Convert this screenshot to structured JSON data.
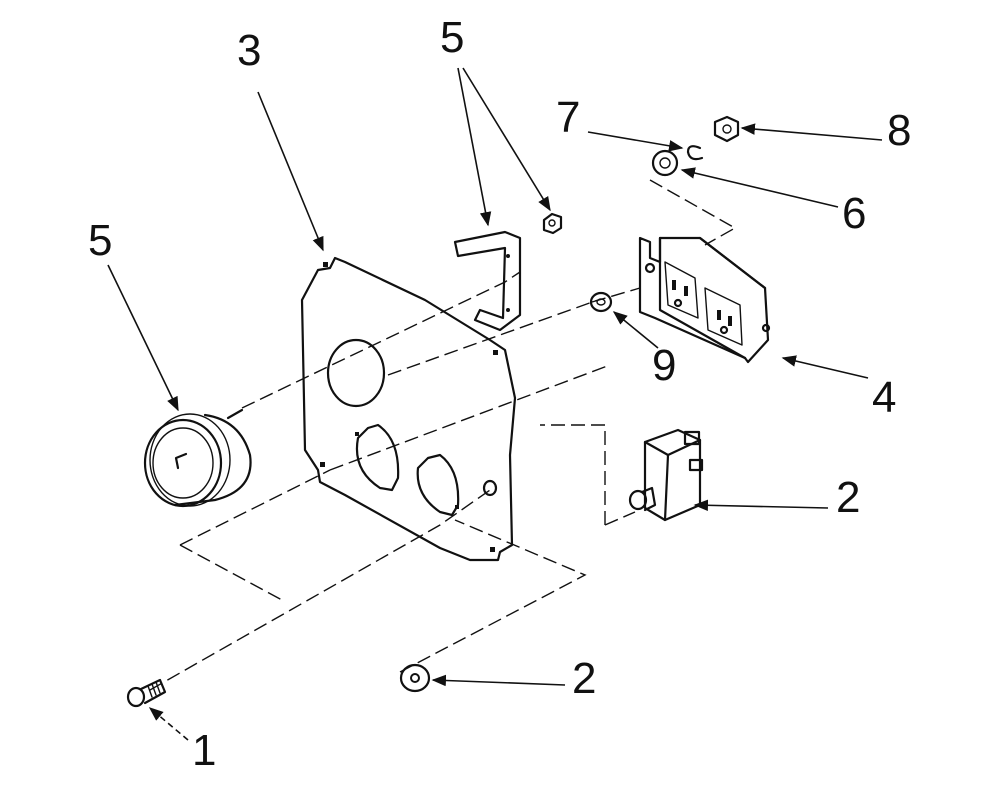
{
  "callouts": [
    {
      "id": "c3",
      "label": "3"
    },
    {
      "id": "c5-top",
      "label": "5"
    },
    {
      "id": "c5-left",
      "label": "5"
    },
    {
      "id": "c7",
      "label": "7"
    },
    {
      "id": "c8",
      "label": "8"
    },
    {
      "id": "c6",
      "label": "6"
    },
    {
      "id": "c9",
      "label": "9"
    },
    {
      "id": "c4",
      "label": "4"
    },
    {
      "id": "c2-switch",
      "label": "2"
    },
    {
      "id": "c2-washer",
      "label": "2"
    },
    {
      "id": "c1",
      "label": "1"
    }
  ],
  "colors": {
    "ink": "#111111",
    "paper": "#ffffff"
  }
}
